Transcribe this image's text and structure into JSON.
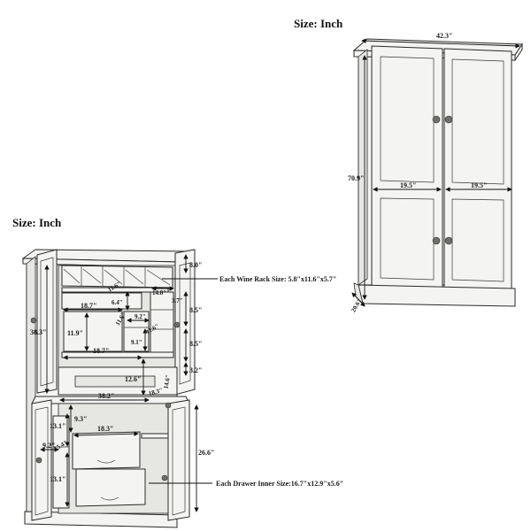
{
  "closed_view": {
    "size_label": "Size: Inch",
    "width": "42.3\"",
    "height": "70.9\"",
    "depth": "20.6\"",
    "door_left_width": "19.5\"",
    "door_right_width": "19.5\""
  },
  "open_view": {
    "size_label": "Size: Inch",
    "top_gap": "8.0\"",
    "wine_rack_callout": "Each Wine Rack Size: 5.8\"x11.6\"x5.7\"",
    "wine_rack_w": "11.6\"",
    "wine_rack_depth": "14.8\"",
    "wine_rack_h": "6.4\"",
    "door_shelf_w": "3.7\"",
    "upper_shelf_w": "18.7\"",
    "mid_depth": "11.6\"",
    "small_shelf_w": "9.2\"",
    "upper_height": "38.3\"",
    "cubby_height": "11.9\"",
    "small_shelf_h": "9.1\"",
    "door_shelf_depth": "11.6\"",
    "right_door_h1": "8.5\"",
    "right_door_h2": "8.5\"",
    "right_door_h3": "3.2\"",
    "lower_shelf_w": "18.7\"",
    "counter_gap": "12.6\"",
    "counter_depth": "18.3\"",
    "counter_width": "38.2\"",
    "side_depth": "14.6\"",
    "drawer_top_h": "9.3\"",
    "drawer_w": "18.3\"",
    "left_upper_h": "13.1\"",
    "lower_left_w": "9.2\"",
    "lower_left_depth": "15.4\"",
    "left_lower_h": "13.1\"",
    "right_lower_h": "26.6\"",
    "drawer_callout": "Each Drawer Inner Size:16.7\"x12.9\"x5.6\""
  }
}
